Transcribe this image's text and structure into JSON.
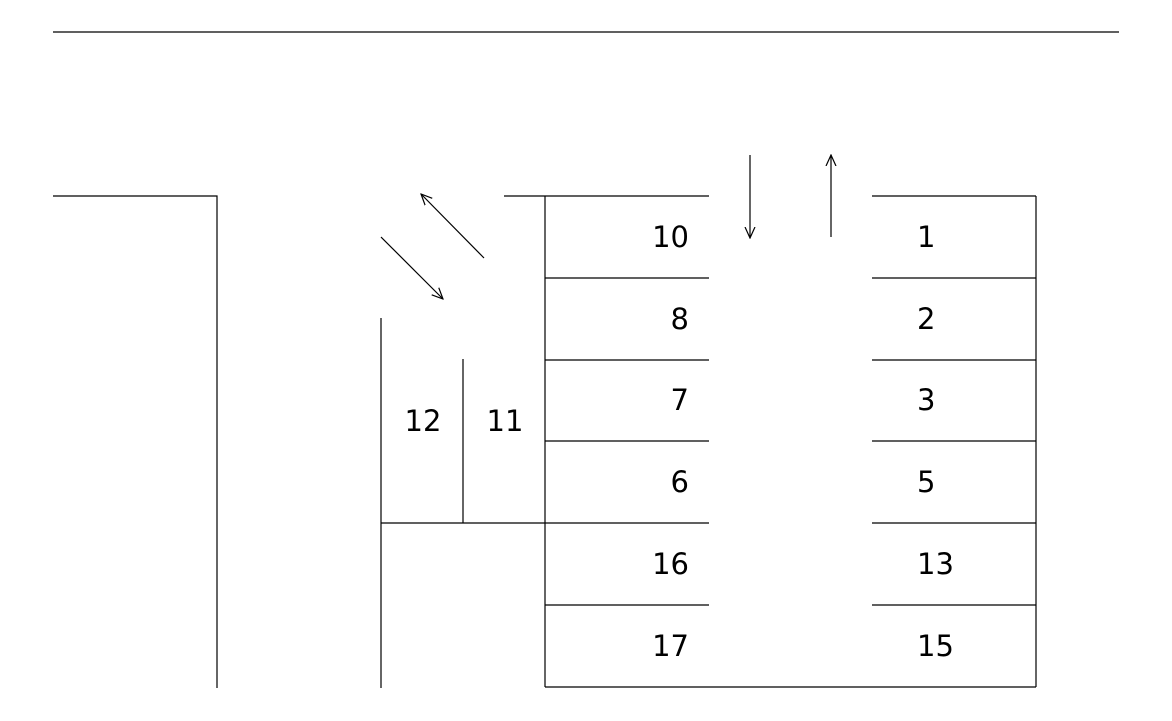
{
  "colors": {
    "ink": "#000000",
    "background": "#ffffff"
  },
  "spaces": {
    "s1": "1",
    "s2": "2",
    "s3": "3",
    "s5": "5",
    "s6": "6",
    "s7": "7",
    "s8": "8",
    "s10": "10",
    "s11": "11",
    "s12": "12",
    "s13": "13",
    "s15": "15",
    "s16": "16",
    "s17": "17"
  },
  "arrows": {
    "entrance_lane": "down-arrow",
    "exit_lane": "up-arrow",
    "diagonal_entry": "diagonal-double-arrow"
  }
}
